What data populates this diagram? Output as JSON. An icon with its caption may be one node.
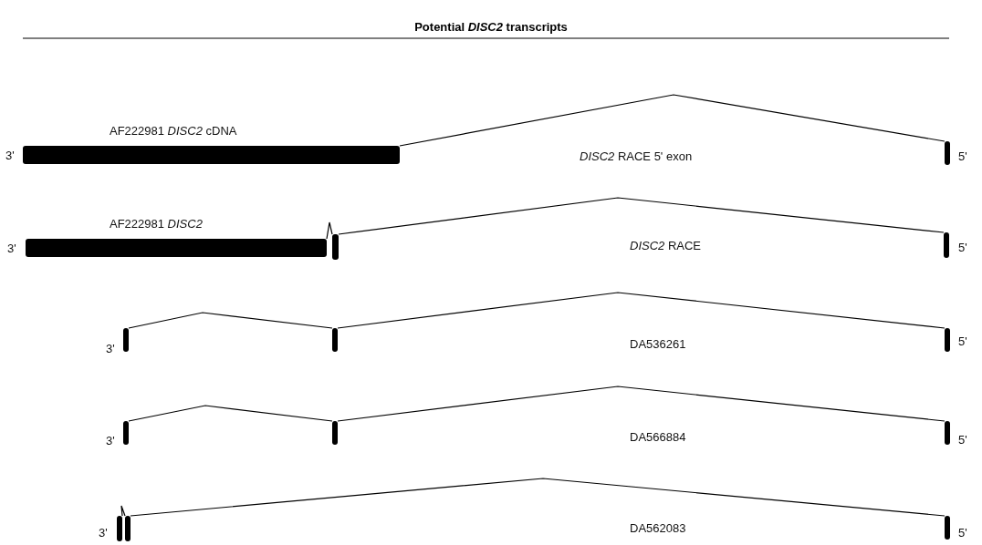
{
  "diagram": {
    "title": "Potential *DISC2* transcripts",
    "nodes": [
      {
        "text": [],
        "shape": "bar"
      },
      {
        "text": [],
        "shape": "bar"
      },
      {
        "text": [],
        "shape": "bar"
      },
      {
        "text": [],
        "shape": "bar"
      },
      {
        "text": [],
        "shape": "bar"
      },
      {
        "text": [],
        "shape": "bar"
      },
      {
        "text": [],
        "shape": "bar"
      },
      {
        "text": [],
        "shape": "bar"
      },
      {
        "text": [],
        "shape": "bar"
      },
      {
        "text": [],
        "shape": "bar"
      },
      {
        "text": [],
        "shape": "bar"
      },
      {
        "text": [],
        "shape": "bar"
      },
      {
        "text": [],
        "shape": "bar"
      },
      {
        "text": [],
        "shape": "bar"
      }
    ],
    "edges": [
      {
        "from": 0,
        "to": 1,
        "arrow": "none"
      },
      {
        "from": 2,
        "to": 3,
        "arrow": "none"
      },
      {
        "from": 3,
        "to": 4,
        "arrow": "none"
      },
      {
        "from": 5,
        "to": 6,
        "arrow": "none"
      },
      {
        "from": 6,
        "to": 7,
        "arrow": "none"
      },
      {
        "from": 8,
        "to": 9,
        "arrow": "none"
      },
      {
        "from": 9,
        "to": 10,
        "arrow": "none"
      },
      {
        "from": 11,
        "to": 12,
        "arrow": "none"
      },
      {
        "from": 12,
        "to": 13,
        "arrow": "none"
      }
    ],
    "labels": [
      "AF222981 *DISC2* cDNA",
      "3'",
      "*DISC2* RACE 5' exon",
      "5'",
      "AF222981 *DISC2*",
      "3'",
      "*DISC2* RACE",
      "5'",
      "3'",
      "DA536261",
      "5'",
      "3'",
      "DA566884",
      "5'",
      "3'",
      "DA562083",
      "5'"
    ]
  }
}
